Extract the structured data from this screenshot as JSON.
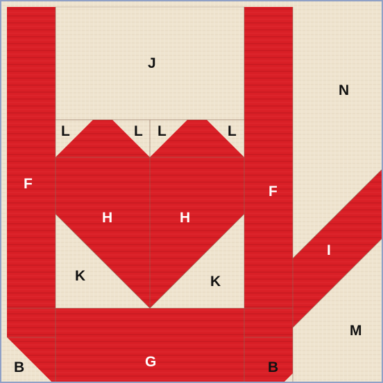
{
  "diagram": {
    "colors": {
      "fabric_red": "#d91f26",
      "fabric_red_dark": "#c61920",
      "fabric_cream": "#efe4cf",
      "seam": "#8e6a5a",
      "border": "#8fa0c6"
    },
    "pieces": {
      "J": "J",
      "N": "N",
      "F_left": "F",
      "F_right": "F",
      "L1": "L",
      "L2": "L",
      "L3": "L",
      "L4": "L",
      "H_left": "H",
      "H_right": "H",
      "K_left": "K",
      "K_right": "K",
      "I": "I",
      "M": "M",
      "G": "G",
      "B_left": "B",
      "B_right": "B"
    }
  }
}
